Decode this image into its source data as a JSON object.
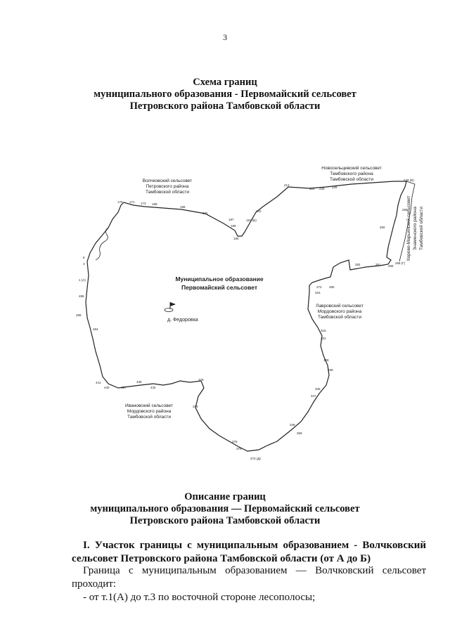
{
  "page_number": "3",
  "title": {
    "line1": "Схема границ",
    "line2": "муниципального образования - Первомайский сельсовет",
    "line3": "Петровского района Тамбовской области"
  },
  "map": {
    "center_label_1": "Муниципальное образование",
    "center_label_2": "Первомайский сельсовет",
    "village": "д. Федоровка",
    "neighbors": {
      "volchkovsky": [
        "Волчковский сельсовет",
        "Петровского района",
        "Тамбовской области"
      ],
      "novoselitsky": [
        "Новосельцевский сельсовет",
        "Тамбовского района",
        "Тамбовской области"
      ],
      "znamensky": [
        "Хорово-Марьинский сельсовет",
        "Знаменского района",
        "Тамбовской области"
      ],
      "lavrovsky": [
        "Лавровский сельсовет",
        "Мордовского района",
        "Тамбовской области"
      ],
      "ivanovsky": [
        "Ивановский сельсовет",
        "Мордовского района",
        "Тамбовской области"
      ]
    },
    "points": {
      "p170": "170",
      "p171": "171",
      "p172": "172",
      "p173": "173",
      "p189": "189",
      "p198": "198",
      "p187": "187",
      "p188": "188",
      "p190": "190",
      "p191": "191 (Б)",
      "p202": "202",
      "p212": "212",
      "p224": "224",
      "p226": "226",
      "p229": "229",
      "p249": "249 (В)",
      "p258": "258",
      "p260": "260",
      "p261": "261",
      "p265": "265",
      "p268": "268 (Г)",
      "p272": "272",
      "p280": "280",
      "p282": "282",
      "p3": "3",
      "p6": "6",
      "p1": "1 (А)",
      "p486": "486",
      "p484": "484",
      "p489": "489",
      "p441": "441",
      "p440": "440",
      "p437": "437",
      "p436": "436",
      "p432": "432",
      "p378": "378",
      "p379": "379",
      "p375": "375",
      "p379b": "379",
      "p373": "373 (Д)",
      "p316": "316",
      "p318": "318",
      "p322": "322",
      "p328": "328",
      "p339": "339",
      "p335": "335",
      "p347": "347",
      "p349": "349",
      "p359": "359",
      "p363": "363",
      "p374": "374",
      "p344": "344"
    }
  },
  "description": {
    "line1": "Описание границ",
    "line2": "муниципального образования — Первомайский сельсовет",
    "line3": "Петровского района Тамбовской области"
  },
  "section1": {
    "heading_line1": "I. Участок границы с муниципальным образованием - Волчковский",
    "heading_line2": "сельсовет Петровского района Тамбовской области (от А до Б)",
    "text_line1": "Граница с муниципальным образованием — Волчковский сельсовет",
    "text_line2": "проходит:",
    "item1": "- от т.1(А) до т.3 по восточной стороне лесополосы;"
  }
}
